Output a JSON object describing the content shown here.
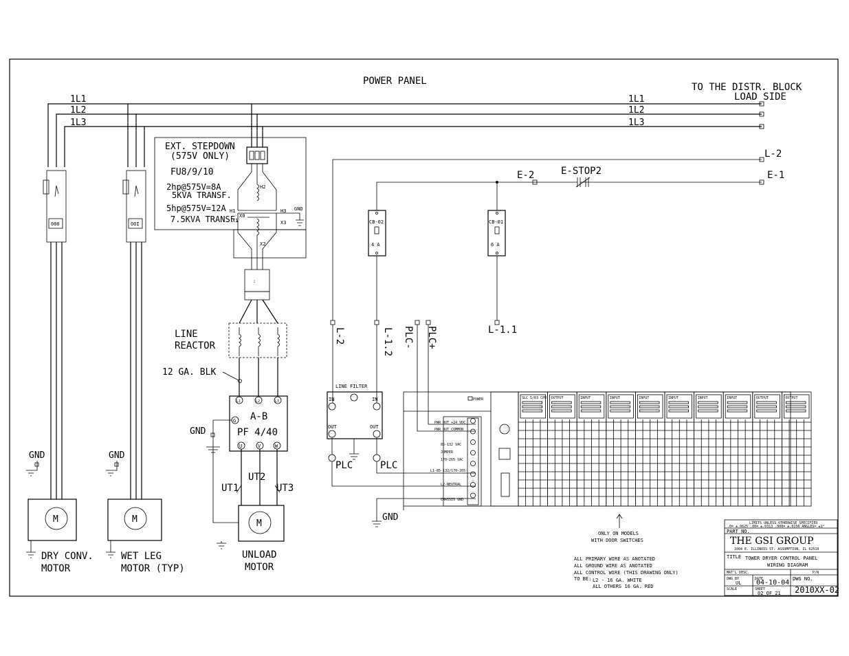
{
  "panel_title": "POWER PANEL",
  "distribution_note": [
    "TO THE DISTR. BLOCK",
    "LOAD SIDE"
  ],
  "bus_labels": [
    "1L1",
    "1L2",
    "1L3"
  ],
  "control_labels": {
    "l2": "L-2",
    "e1": "E-1",
    "e2": "E-2",
    "estop": "E-STOP2",
    "l11": "L-1.1",
    "l2_vert": "L-2",
    "l12_vert": "L-1.2",
    "plc_minus": "PLC-",
    "plc_plus": "PLC+"
  },
  "breakers": [
    {
      "id": "CB-02",
      "rating": "4 A"
    },
    {
      "id": "CB-01",
      "rating": "6 A"
    }
  ],
  "stepdown": {
    "title": [
      "EXT. STEPDOWN",
      "(575V ONLY)"
    ],
    "fuses": "FU8/9/10",
    "spec1": [
      "2hp@575V=8A",
      "5KVA TRANSF."
    ],
    "spec2": [
      "5hp@575V=12A",
      "7.5KVA TRANSF."
    ],
    "terminals": [
      "H1",
      "H2",
      "H3",
      "X0",
      "X1",
      "X2",
      "X3",
      "GND"
    ]
  },
  "line_reactor": [
    "LINE",
    "REACTOR"
  ],
  "wire_note": "12 GA. BLK",
  "drive": {
    "brand": "A-B",
    "model": "PF 4/40",
    "inputs": [
      "L1",
      "L2",
      "L3"
    ],
    "outputs": [
      "U",
      "V",
      "W"
    ],
    "ground": "G"
  },
  "outputs": [
    "UT1",
    "UT2",
    "UT3"
  ],
  "gnd": "GND",
  "motors": [
    {
      "symbol": "M",
      "label": [
        "DRY CONV.",
        "MOTOR"
      ]
    },
    {
      "symbol": "M",
      "label": [
        "WET LEG",
        "MOTOR (TYP)"
      ]
    },
    {
      "symbol": "M",
      "label": [
        "UNLOAD",
        "MOTOR"
      ]
    }
  ],
  "line_filter": {
    "title": "LINE FILTER",
    "in": "IN",
    "out": "OUT",
    "plc": "PLC"
  },
  "plc_rack": {
    "power_label": "POWER",
    "power_supply_rows": [
      "PWR OUT +24 VDC",
      "PWR OUT COMMON",
      "85-132 VAC",
      "JUMPER",
      "170-265 VAC",
      "L1-85-132/170-265",
      "L2-NEUTRAL",
      "CHASSIS GND"
    ],
    "modules": [
      "SLC 5/03 CPU",
      "OUTPUT",
      "INPUT",
      "INPUT",
      "INPUT",
      "INPUT",
      "INPUT",
      "INPUT",
      "OUTPUT",
      "OUTPUT"
    ]
  },
  "door_note": [
    "ONLY ON MODELS",
    "WITH DOOR SWITCHES"
  ],
  "wire_notes": [
    "ALL PRIMARY WIRE AS ANOTATED",
    "ALL GROUND WIRE AS ANOTATED",
    "ALL CONTROL WIRE (THIS DRAWING ONLY)",
    "TO BE:",
    "L2 - 16 GA. WHITE",
    "ALL OTHERS 16 GA. RED"
  ],
  "title_block": {
    "tolerance_header": "LIMITS UNLESS OTHERWISE SPECIFIED",
    "tolerances": ".0= ±.0625  .00= ±.0313  .000= ±.0156  ANGLES= ±1°",
    "part_no": "PART NO.",
    "company": "THE GSI GROUP",
    "address": "1004 E. ILLINOIS ST. ASSUMPTION, IL 62510",
    "title_label": "TITLE",
    "title": [
      "TOWER DRYER CONTROL PANEL",
      "WIRING DIAGRAM"
    ],
    "mat_label": "MAT'L DESC.",
    "pn_label": "P/N",
    "dwn_label": "DWG BY",
    "dwn_by": "UL",
    "date_label": "DATE",
    "date": "04-10-04",
    "dwg_no_label": "DWG NO.",
    "dwg_no": "2010XX-02",
    "scale_label": "SCALE",
    "sheet_label": "SHEET",
    "sheet": "02 OF 21"
  }
}
